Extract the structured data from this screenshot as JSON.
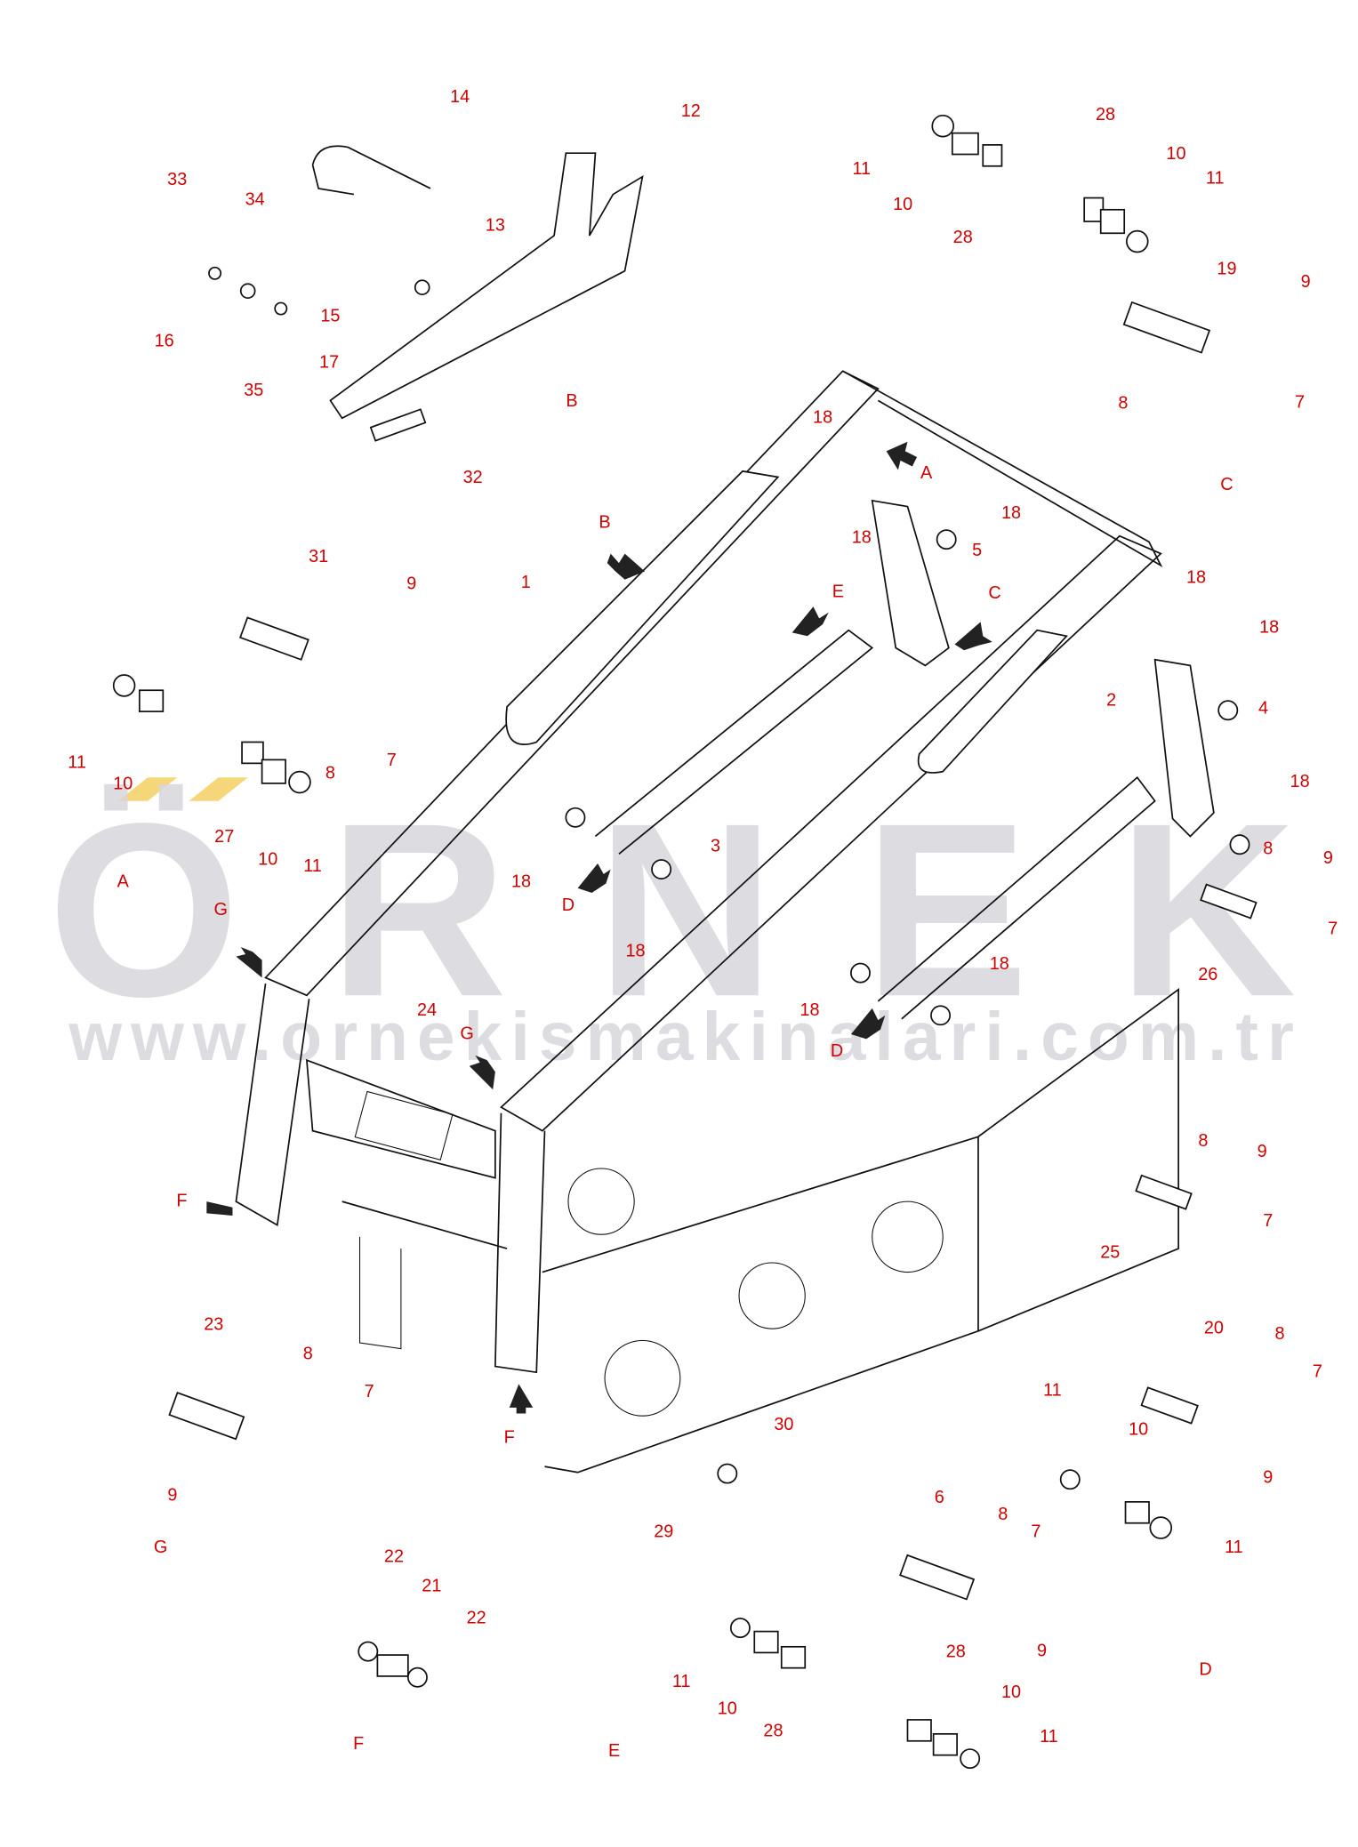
{
  "watermark": {
    "logo": "ÖRNEK",
    "url": "www.ornekismakinalari.com.tr",
    "logo_color": "#d8d6db",
    "accent_color": "#f5d77a"
  },
  "label_color": "#d10000",
  "callouts": [
    "14",
    "12",
    "33",
    "34",
    "13",
    "15",
    "16",
    "17",
    "35",
    "B",
    "32",
    "28",
    "11",
    "10",
    "11",
    "10",
    "28",
    "19",
    "9",
    "8",
    "7",
    "C",
    "18",
    "A",
    "18",
    "18",
    "5",
    "C",
    "B",
    "1",
    "E",
    "18",
    "18",
    "2",
    "4",
    "18",
    "3",
    "8",
    "9",
    "7",
    "26",
    "18",
    "D",
    "18",
    "18",
    "18",
    "D",
    "31",
    "9",
    "11",
    "10",
    "8",
    "7",
    "27",
    "10",
    "11",
    "A",
    "G",
    "24",
    "G",
    "F",
    "8",
    "9",
    "7",
    "25",
    "23",
    "8",
    "7",
    "9",
    "G",
    "F",
    "30",
    "29",
    "20",
    "8",
    "7",
    "11",
    "10",
    "9",
    "11",
    "D",
    "6",
    "8",
    "7",
    "9",
    "22",
    "21",
    "22",
    "F",
    "E",
    "11",
    "10",
    "28",
    "28",
    "10",
    "11"
  ]
}
